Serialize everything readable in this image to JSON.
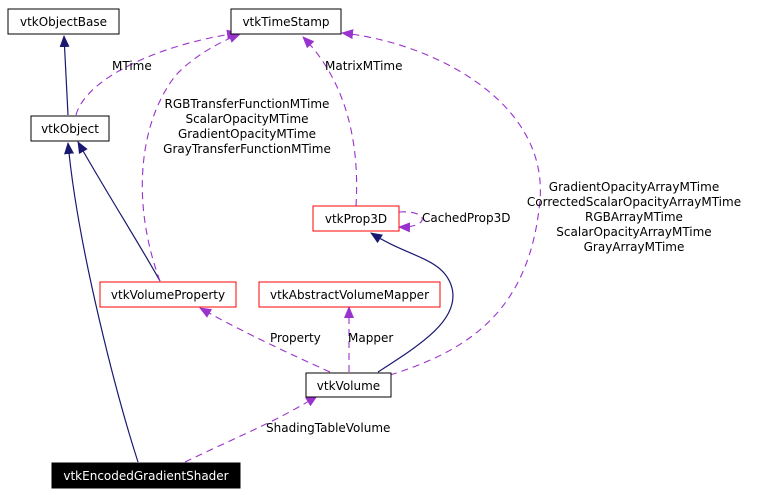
{
  "colors": {
    "inheritance": "#191970",
    "usage": "#9a32cd",
    "box_default": "#000000",
    "box_highlight": "#ff0000",
    "focus_fill": "#000000",
    "focus_text": "#ffffff"
  },
  "nodes": {
    "vtkObjectBase": "vtkObjectBase",
    "vtkTimeStamp": "vtkTimeStamp",
    "vtkObject": "vtkObject",
    "vtkProp3D": "vtkProp3D",
    "vtkVolumeProperty": "vtkVolumeProperty",
    "vtkAbstractVolumeMapper": "vtkAbstractVolumeMapper",
    "vtkVolume": "vtkVolume",
    "vtkEncodedGradientShader": "vtkEncodedGradientShader"
  },
  "edge_labels": {
    "mtime": "MTime",
    "matrix_mtime": "MatrixMTime",
    "property_mtimes": [
      "RGBTransferFunctionMTime",
      "ScalarOpacityMTime",
      "GradientOpacityMTime",
      "GrayTransferFunctionMTime"
    ],
    "cached_prop3d": "CachedProp3D",
    "volume_mtimes": [
      "GradientOpacityArrayMTime",
      "CorrectedScalarOpacityArrayMTime",
      "RGBArrayMTime",
      "ScalarOpacityArrayMTime",
      "GrayArrayMTime"
    ],
    "property": "Property",
    "mapper": "Mapper",
    "shading_table_volume": "ShadingTableVolume"
  }
}
